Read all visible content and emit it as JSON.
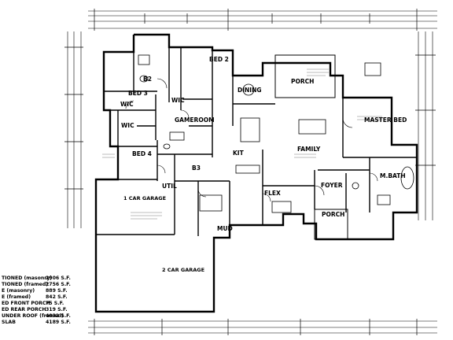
{
  "plan": {
    "rooms": {
      "bed2": "BED 2",
      "porch_rear": "PORCH",
      "dining": "DINING",
      "b2": "B2",
      "bed3": "BED 3",
      "wic1": "WIC",
      "wic2": "WIC",
      "wic3": "WIC",
      "gameroom": "GAMEROOM",
      "master_bed": "MASTER BED",
      "bed4": "BED 4",
      "b3": "B3",
      "kit": "KIT",
      "family": "FAMILY",
      "util": "UTIL",
      "garage1": "1 CAR GARAGE",
      "foyer": "FOYER",
      "mbath": "M.BATH",
      "flex": "FLEX",
      "porch_front": "PORCH",
      "mud": "MUD",
      "garage2": "2 CAR GARAGE"
    },
    "area_legend": [
      {
        "label": "TIONED (masonry)",
        "value": "2906 S.F."
      },
      {
        "label": "TIONED (framed)",
        "value": "2756 S.F."
      },
      {
        "label": "E (masonry)",
        "value": "889 S.F."
      },
      {
        "label": "E (framed)",
        "value": "842 S.F."
      },
      {
        "label": "ED FRONT PORCH",
        "value": "75 S.F."
      },
      {
        "label": "ED REAR PORCH",
        "value": "319 S.F."
      },
      {
        "label": "UNDER ROOF (framed)",
        "value": "4032 S.F."
      },
      {
        "label": "SLAB",
        "value": "4189 S.F."
      }
    ]
  }
}
